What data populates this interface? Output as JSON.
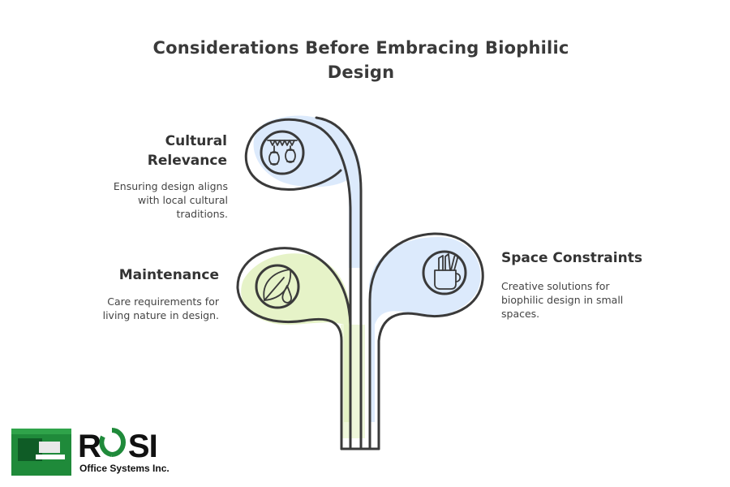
{
  "title": "Considerations Before Embracing Biophilic Design",
  "items": [
    {
      "heading_line1": "Cultural",
      "heading_line2": "Relevance",
      "description_lines": [
        "Ensuring design aligns",
        "with local cultural",
        "traditions."
      ],
      "icon": "lanterns-icon"
    },
    {
      "heading": "Maintenance",
      "description_lines": [
        "Care requirements for",
        "living nature in design."
      ],
      "icon": "leaf-drop-icon"
    },
    {
      "heading": "Space Constraints",
      "description_lines": [
        "Creative solutions for",
        "biophilic design in small",
        "spaces."
      ],
      "icon": "mug-tools-icon"
    }
  ],
  "logo": {
    "word_left": "R",
    "word_right": "SI",
    "subtitle": "Office Systems Inc."
  },
  "colors": {
    "blue": "#d6e6fb",
    "green": "#e3f2c2",
    "outline": "#3a3a3a",
    "logo_green": "#1f8a3a"
  }
}
